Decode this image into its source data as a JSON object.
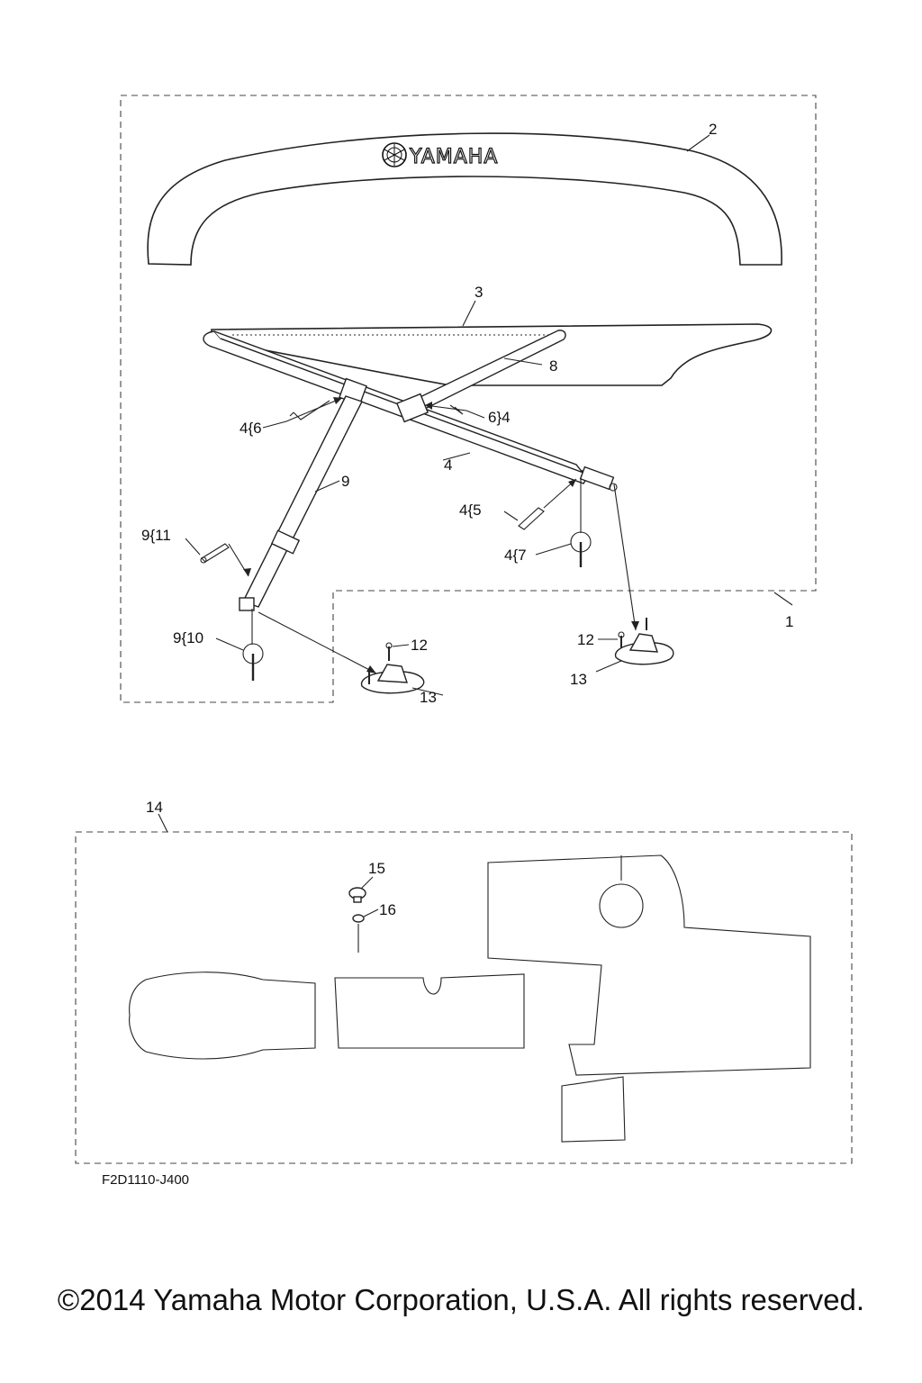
{
  "diagram": {
    "brand_logo_text": "YAMAHA",
    "figure_code": "F2D1110-J400",
    "callouts": {
      "c1": "1",
      "c2": "2",
      "c3": "3",
      "c4": "4",
      "c4_6": "4{6",
      "c6_4": "6}4",
      "c8": "8",
      "c9": "9",
      "c4_5": "4{5",
      "c4_7": "4{7",
      "c9_11": "9{11",
      "c9_10": "9{10",
      "c12a": "12",
      "c12b": "12",
      "c13a": "13",
      "c13b": "13",
      "c14": "14",
      "c15": "15",
      "c16": "16"
    }
  },
  "footer": {
    "copyright": "©2014 Yamaha Motor Corporation, U.S.A. All rights reserved."
  }
}
